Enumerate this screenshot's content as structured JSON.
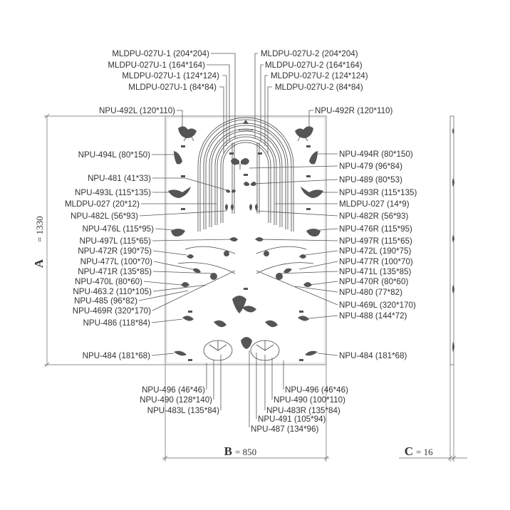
{
  "brand": "STAVROS",
  "labels_top_left": [
    "MLDPU-027U-1 (204*204)",
    "MLDPU-027U-1 (164*164)",
    "MLDPU-027U-1 (124*124)",
    "MLDPU-027U-1 (84*84)"
  ],
  "labels_top_right": [
    "MLDPU-027U-2 (204*204)",
    "MLDPU-027U-2 (164*164)",
    "MLDPU-027U-2 (124*124)",
    "MLDPU-027U-2 (84*84)"
  ],
  "labels_left": [
    "NPU-492L (120*110)",
    "NPU-494L (80*150)",
    "NPU-481 (41*33)",
    "NPU-493L (115*135)",
    "MLDPU-027 (20*12)",
    "NPU-482L (56*93)",
    "NPU-476L (115*95)",
    "NPU-497L (115*65)",
    "NPU-472R (190*75)",
    "NPU-477L (100*70)",
    "NPU-471R (135*85)",
    "NPU-470L (80*60)",
    "NPU-463.2 (110*105)",
    "NPU-485 (96*82)",
    "NPU-469R (320*170)",
    "NPU-486 (118*84)",
    "NPU-484 (181*68)"
  ],
  "labels_right": [
    "NPU-492R (120*110)",
    "NPU-494R (80*150)",
    "NPU-479 (96*84)",
    "NPU-489 (80*53)",
    "NPU-493R (115*135)",
    "MLDPU-027 (14*9)",
    "NPU-482R (56*93)",
    "NPU-476R (115*95)",
    "NPU-497R (115*65)",
    "NPU-472L (190*75)",
    "NPU-477R (100*70)",
    "NPU-471L (135*85)",
    "NPU-470R (80*60)",
    "NPU-480 (77*82)",
    "NPU-469L (320*170)",
    "NPU-488 (144*72)",
    "NPU-484 (181*68)"
  ],
  "labels_bottom_left": [
    "NPU-496 (46*46)",
    "NPU-490 (128*140)",
    "NPU-483L (135*84)"
  ],
  "labels_bottom_right": [
    "NPU-496 (46*46)",
    "NPU-490 (100*110)",
    "NPU-483R (135*84)",
    "NPU-491 (105*94)",
    "NPU-487 (134*96)"
  ],
  "dimensions": {
    "a_letter": "A",
    "a_value": "= 1330",
    "b_letter": "B",
    "b_value": "= 850",
    "c_letter": "C",
    "c_value": "= 16"
  }
}
